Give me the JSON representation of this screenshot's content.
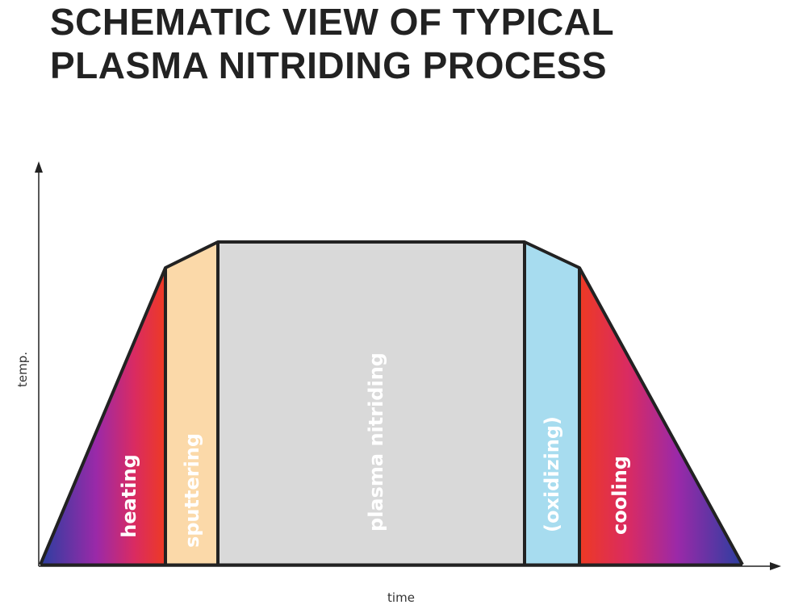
{
  "title": {
    "line1": "SCHEMATIC VIEW OF TYPICAL",
    "line2": "PLASMA NITRIDING PROCESS"
  },
  "axes": {
    "x_label": "time",
    "y_label": "temp."
  },
  "phases": {
    "heating": "heating",
    "sputtering": "sputtering",
    "plasma_nitriding": "plasma nitriding",
    "oxidizing": "(oxidizing)",
    "cooling": "cooling"
  },
  "colors": {
    "outline": "#222222",
    "sputtering_fill": "#fbd9a9",
    "nitriding_fill": "#d9d9d9",
    "oxidizing_fill": "#a7dcef",
    "gradient_hot": "#ee3a23",
    "gradient_mid": "#b3249e",
    "gradient_cold": "#2b3fa0",
    "label_text": "#ffffff"
  }
}
